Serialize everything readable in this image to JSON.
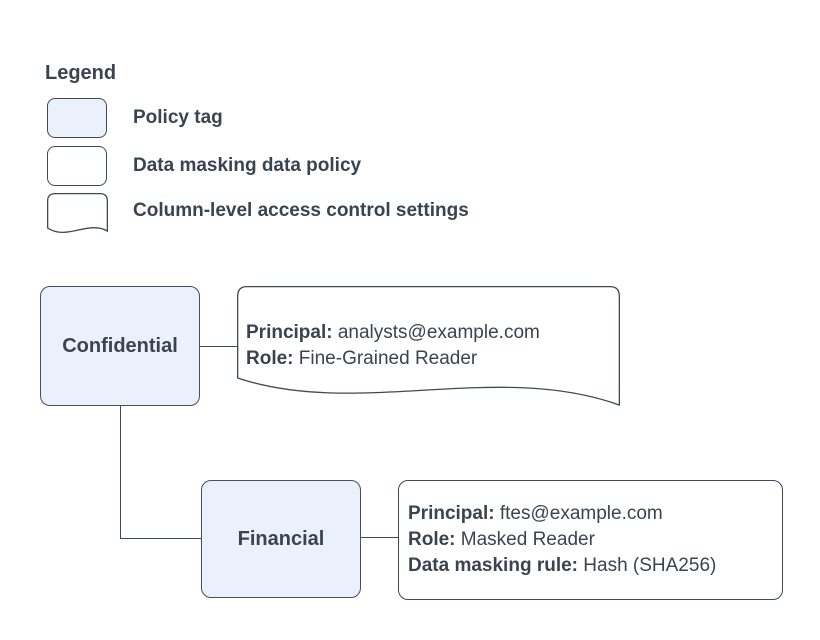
{
  "colors": {
    "policy_tag_fill": "#eaf1fb",
    "shape_stroke": "#3e4a58",
    "text": "#3a4450",
    "background": "#ffffff"
  },
  "legend": {
    "title": "Legend",
    "items": [
      {
        "shape": "policy-tag",
        "label": "Policy tag"
      },
      {
        "shape": "data-masking-policy",
        "label": "Data masking data policy"
      },
      {
        "shape": "column-access-document",
        "label": "Column-level access control settings"
      }
    ]
  },
  "diagram": {
    "nodes": [
      {
        "id": "confidential",
        "type": "policy-tag",
        "label": "Confidential"
      },
      {
        "id": "financial",
        "type": "policy-tag",
        "label": "Financial"
      }
    ],
    "annotations": [
      {
        "id": "confidential-access-settings",
        "type": "column-access-document",
        "lines": [
          {
            "label": "Principal:",
            "value": " analysts@example.com"
          },
          {
            "label": "Role:",
            "value": " Fine-Grained Reader"
          }
        ]
      },
      {
        "id": "financial-data-policy",
        "type": "data-masking-policy",
        "lines": [
          {
            "label": "Principal:",
            "value": " ftes@example.com"
          },
          {
            "label": "Role:",
            "value": " Masked Reader"
          },
          {
            "label": "Data masking rule:",
            "value": " Hash (SHA256)"
          }
        ]
      }
    ]
  }
}
